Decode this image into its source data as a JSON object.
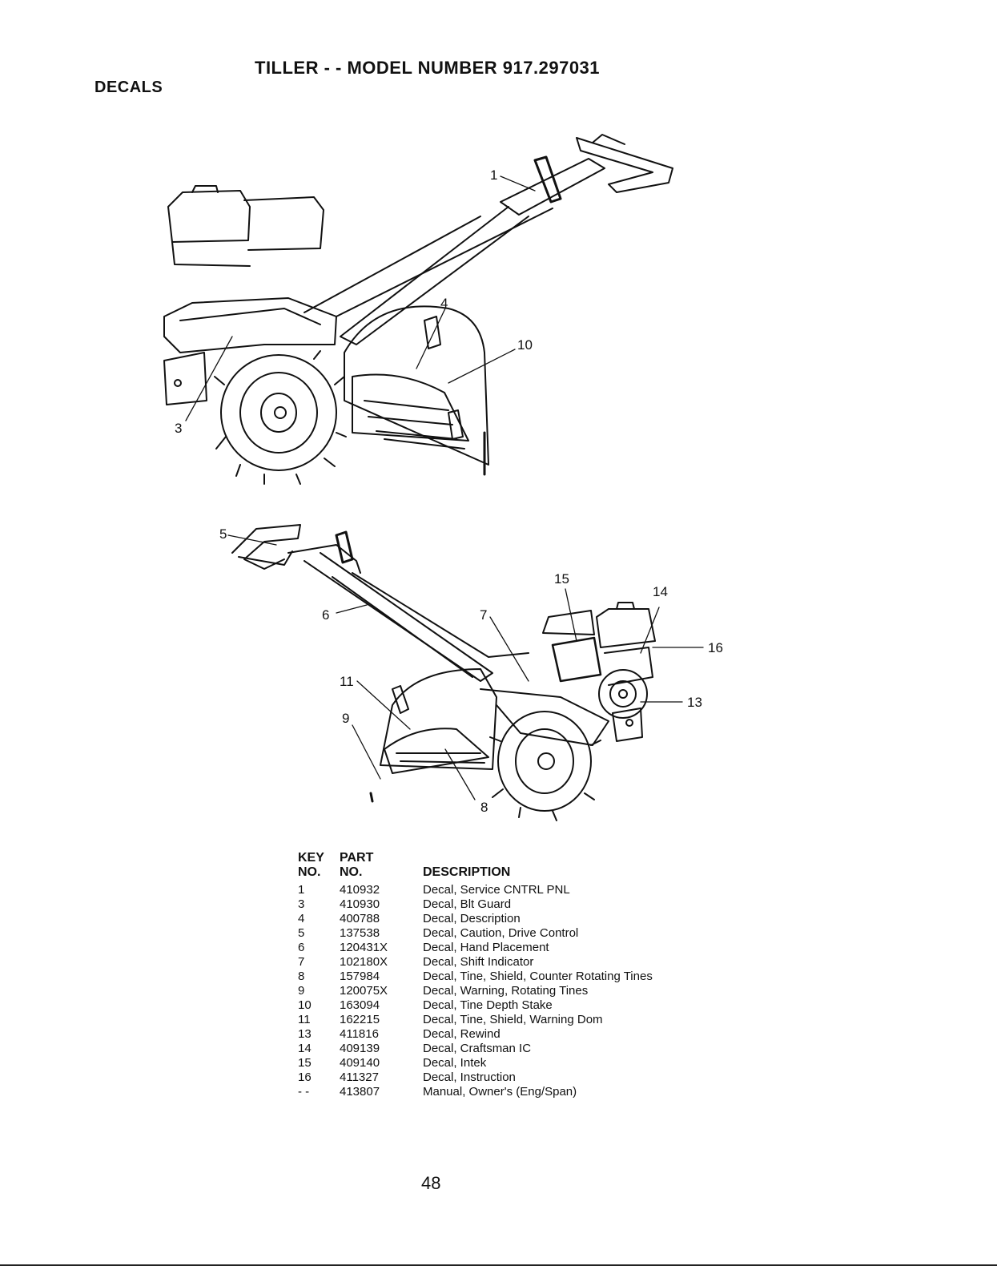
{
  "header": {
    "title": "TILLER - - MODEL NUMBER 917.297031",
    "section": "DECALS"
  },
  "diagram_callouts": {
    "top": [
      "1",
      "3",
      "4",
      "10"
    ],
    "bottom": [
      "5",
      "6",
      "7",
      "8",
      "9",
      "11",
      "13",
      "14",
      "15",
      "16"
    ]
  },
  "parts_table": {
    "headers": {
      "key_top": "KEY",
      "key_bottom": "NO.",
      "part_top": "PART",
      "part_bottom": "NO.",
      "description": "DESCRIPTION"
    },
    "rows": [
      {
        "key": "1",
        "part": "410932",
        "description": "Decal, Service CNTRL PNL"
      },
      {
        "key": "3",
        "part": "410930",
        "description": "Decal, Blt Guard"
      },
      {
        "key": "4",
        "part": "400788",
        "description": "Decal, Description"
      },
      {
        "key": "5",
        "part": "137538",
        "description": "Decal, Caution, Drive Control"
      },
      {
        "key": "6",
        "part": "120431X",
        "description": "Decal, Hand Placement"
      },
      {
        "key": "7",
        "part": "102180X",
        "description": "Decal, Shift Indicator"
      },
      {
        "key": "8",
        "part": "157984",
        "description": "Decal, Tine, Shield, Counter Rotating Tines"
      },
      {
        "key": "9",
        "part": "120075X",
        "description": "Decal, Warning, Rotating Tines"
      },
      {
        "key": "10",
        "part": "163094",
        "description": "Decal, Tine Depth Stake"
      },
      {
        "key": "11",
        "part": "162215",
        "description": "Decal, Tine, Shield, Warning Dom"
      },
      {
        "key": "13",
        "part": "411816",
        "description": "Decal, Rewind"
      },
      {
        "key": "14",
        "part": "409139",
        "description": "Decal, Craftsman IC"
      },
      {
        "key": "15",
        "part": "409140",
        "description": "Decal, Intek"
      },
      {
        "key": "16",
        "part": "411327",
        "description": "Decal, Instruction"
      },
      {
        "key": "- -",
        "part": "413807",
        "description": "Manual, Owner's (Eng/Span)"
      }
    ]
  },
  "footer": {
    "page_number": "48"
  }
}
